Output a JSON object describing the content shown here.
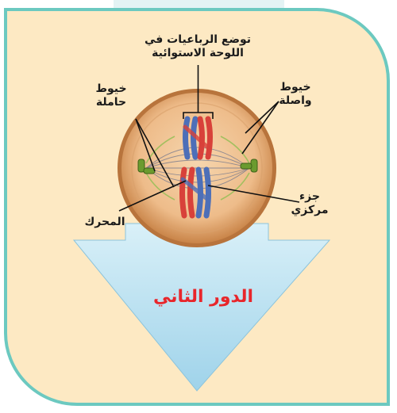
{
  "labels": {
    "plate_line1": "توضع الرباعيات في",
    "plate_line2": "اللوحة الاستوائية",
    "spindle_line1": "خيوط",
    "spindle_line2": "حاملة",
    "kinetochore_line1": "خيوط",
    "kinetochore_line2": "واصلة",
    "centriole_line1": "جزء",
    "centriole_line2": "مركزي",
    "centromere": "المحرك"
  },
  "phase_title": "الدور الثاني",
  "colors": {
    "card_background": "#fde9c3",
    "card_border": "#6cc9c0",
    "cell_membrane": "#c9874e",
    "arrow_fill": "#bfe5f2",
    "title_red": "#e8262b",
    "chromosome_red": "#d8413a",
    "chromosome_blue": "#4d6fb8",
    "centriole_green": "#6b9b2f"
  }
}
